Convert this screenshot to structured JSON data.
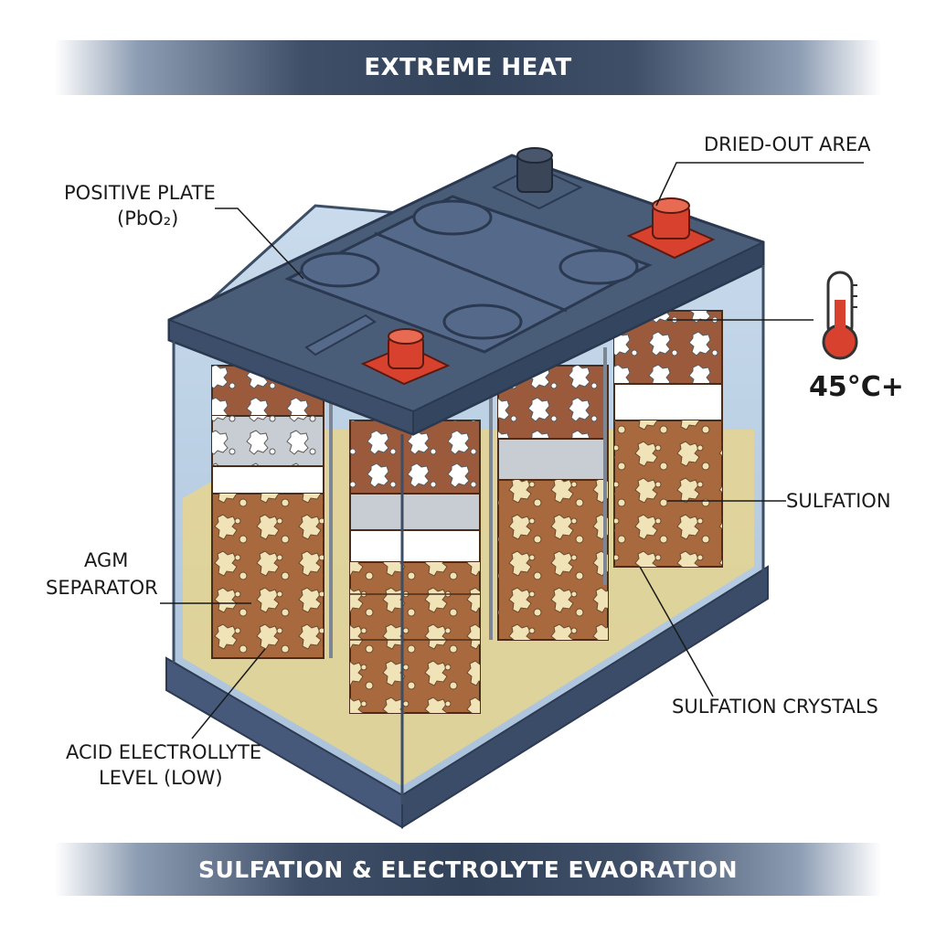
{
  "title_top": "EXTREME HEAT",
  "title_bottom": "SULFATION & ELECTROLYTE EVAORATION",
  "labels": {
    "positive_plate_line1": "POSITIVE PLATE",
    "positive_plate_line2": "(PbO₂)",
    "dried_out": "DRIED-OUT AREA",
    "temperature": "45°C+",
    "sulfation": "SULFATION",
    "agm_line1": "AGM",
    "agm_line2": "SEPARATOR",
    "sulfation_crystals": "SULFATION CRYSTALS",
    "acid_line1": "ACID ELECTROLLYTE",
    "acid_line2": "LEVEL (LOW)"
  },
  "icons": [
    "thermometer-icon"
  ],
  "colors": {
    "banner": "#324259",
    "lid": "#4a5d78",
    "terminal": "#d9412f",
    "plate_brown": "#9c5a3c",
    "electrolyte": "#e6d58f",
    "crystal": "#f1e3b8"
  }
}
